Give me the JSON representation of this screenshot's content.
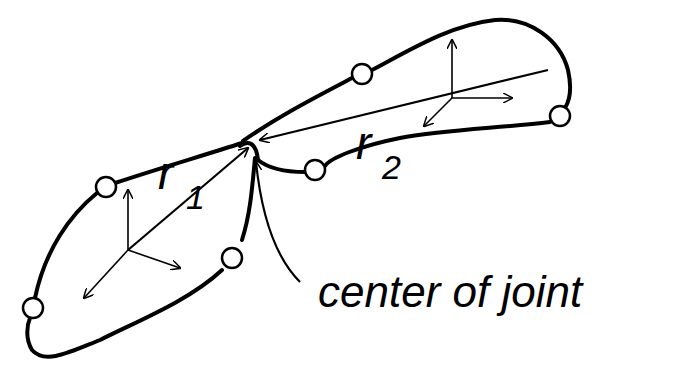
{
  "diagram": {
    "labels": [
      "r",
      "1",
      "r",
      "2",
      "center of joint"
    ]
  }
}
